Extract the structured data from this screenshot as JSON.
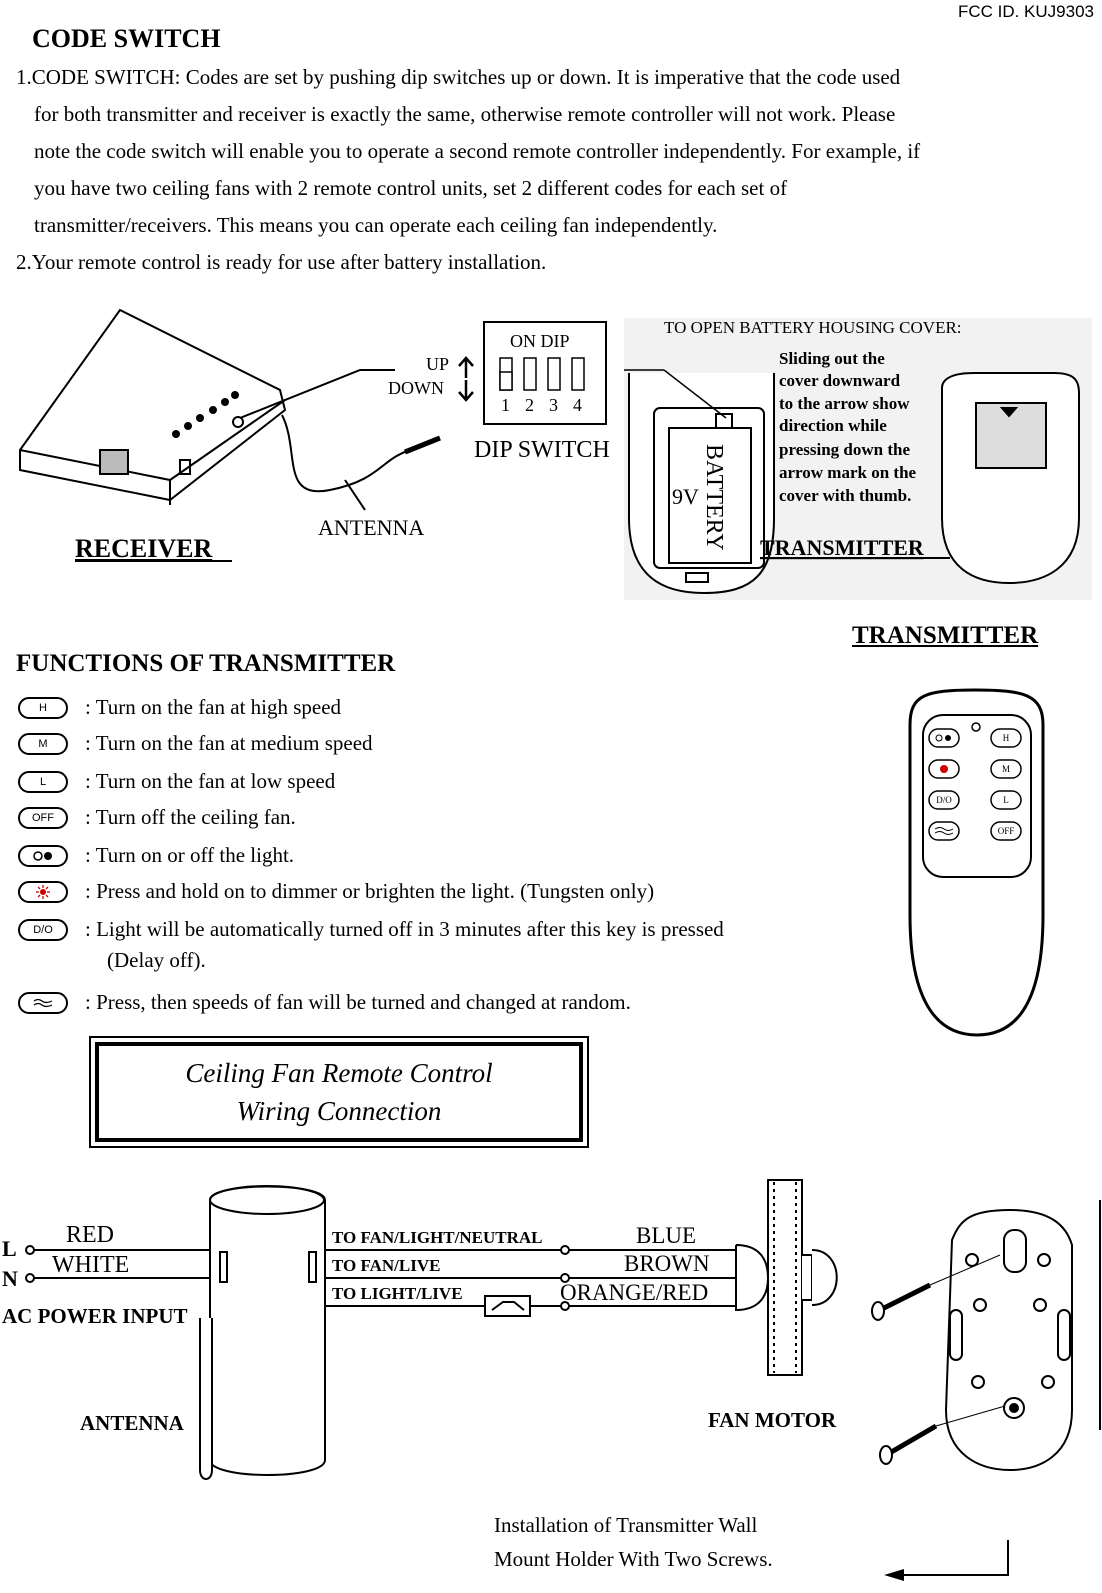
{
  "fcc_id": "FCC ID. KUJ9303",
  "code_switch": {
    "title": "CODE SWITCH",
    "item1_lines": [
      "1.CODE SWITCH: Codes are set by pushing dip switches up or down. It is imperative that the code used",
      "for both transmitter and receiver is exactly the same, otherwise remote controller will not work. Please",
      "note the code switch will enable you to operate a second remote controller independently. For example, if",
      "you have two ceiling fans with 2 remote control units, set 2 different codes for each set of",
      "transmitter/receivers. This means you can operate each ceiling fan independently."
    ],
    "item2": "2.Your remote control is ready for use after battery installation."
  },
  "receiver_diagram": {
    "receiver_label": "RECEIVER",
    "antenna_label": "ANTENNA",
    "up_label": "UP",
    "down_label": "DOWN",
    "on_dip_label": "ON DIP",
    "dip_numbers": [
      "1",
      "2",
      "3",
      "4"
    ],
    "dip_switch_label": "DIP SWITCH"
  },
  "battery_diagram": {
    "heading": "TO OPEN BATTERY HOUSING COVER:",
    "instructions": [
      "Sliding out the",
      "cover downward",
      "to the arrow show",
      "direction while",
      "pressing down the",
      "arrow mark on the",
      "cover with thumb."
    ],
    "battery_label": "BATTERY",
    "voltage": "9V",
    "transmitter_label": "TRANSMITTER"
  },
  "functions": {
    "title": "FUNCTIONS OF TRANSMITTER",
    "transmitter_title": "TRANSMITTER",
    "items": [
      {
        "icon": "H",
        "text": ": Turn on the fan at high speed"
      },
      {
        "icon": "M",
        "text": ": Turn on the fan at medium speed"
      },
      {
        "icon": "L",
        "text": ": Turn on the fan at low speed"
      },
      {
        "icon": "OFF",
        "text": ": Turn off the ceiling fan."
      },
      {
        "icon": "light",
        "text": ": Turn on or off the light."
      },
      {
        "icon": "dimmer",
        "text": ": Press and hold on to dimmer or brighten the light. (Tungsten only)"
      },
      {
        "icon": "D/O",
        "text": ": Light will be automatically turned off in 3 minutes after this key is pressed"
      },
      {
        "icon": "breeze",
        "text": ": Press, then speeds of fan will be turned and changed at random."
      }
    ],
    "delay_off_note": "(Delay off).",
    "remote_buttons": [
      "H",
      "M",
      "D/O",
      "L",
      "OFF"
    ]
  },
  "wiring": {
    "caption_line1": "Ceiling Fan Remote Control",
    "caption_line2": "Wiring Connection",
    "l_label": "L",
    "n_label": "N",
    "red_label": "RED",
    "white_label": "WHITE",
    "ac_input_label": "AC POWER INPUT",
    "out1": "TO FAN/LIGHT/NEUTRAL",
    "out2": "TO FAN/LIVE",
    "out3": "TO LIGHT/LIVE",
    "blue_label": "BLUE",
    "brown_label": "BROWN",
    "orange_label": "ORANGE/RED",
    "antenna_label": "ANTENNA",
    "fan_motor_label": "FAN MOTOR"
  },
  "install": {
    "line1": "Installation of Transmitter Wall",
    "line2": "Mount Holder With Two Screws."
  }
}
